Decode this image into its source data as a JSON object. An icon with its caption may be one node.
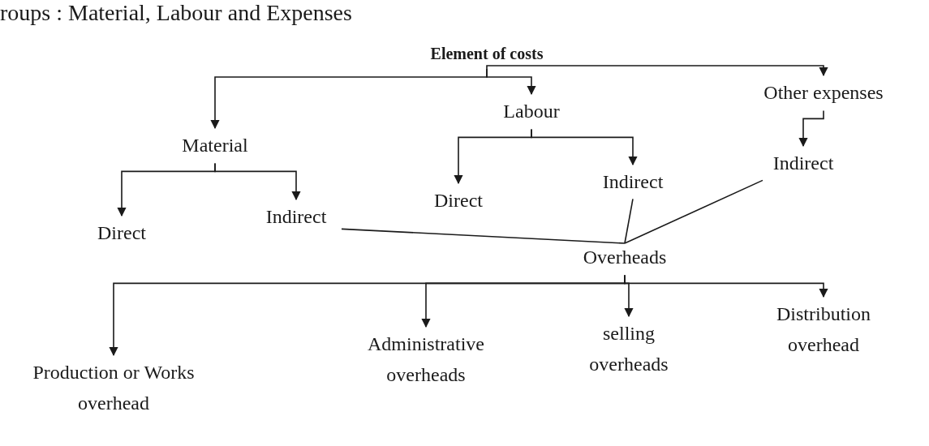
{
  "diagram": {
    "nodes": [
      {
        "text": [
          "Element of costs"
        ]
      },
      {
        "text": [
          "Material"
        ]
      },
      {
        "text": [
          "Labour"
        ]
      },
      {
        "text": [
          "Other expenses"
        ]
      },
      {
        "text": [
          "Direct"
        ]
      },
      {
        "text": [
          "Indirect"
        ]
      },
      {
        "text": [
          "Direct"
        ]
      },
      {
        "text": [
          "Indirect"
        ]
      },
      {
        "text": [
          "Indirect"
        ]
      },
      {
        "text": [
          "Overheads"
        ]
      },
      {
        "text": [
          "Production or Works overhead"
        ]
      },
      {
        "text": [
          "Administrative overheads"
        ]
      },
      {
        "text": [
          "selling overheads"
        ]
      },
      {
        "text": [
          "Distribution overhead"
        ]
      }
    ],
    "edges": [
      {
        "from": 0,
        "to": 1,
        "arrow": "to"
      },
      {
        "from": 0,
        "to": 2,
        "arrow": "to"
      },
      {
        "from": 0,
        "to": 3,
        "arrow": "to"
      },
      {
        "from": 1,
        "to": 4,
        "arrow": "to"
      },
      {
        "from": 1,
        "to": 5,
        "arrow": "to"
      },
      {
        "from": 2,
        "to": 6,
        "arrow": "to"
      },
      {
        "from": 2,
        "to": 7,
        "arrow": "to"
      },
      {
        "from": 3,
        "to": 8,
        "arrow": "to"
      },
      {
        "from": 5,
        "to": 9,
        "arrow": "none"
      },
      {
        "from": 7,
        "to": 9,
        "arrow": "none"
      },
      {
        "from": 8,
        "to": 9,
        "arrow": "none"
      },
      {
        "from": 9,
        "to": 10,
        "arrow": "to"
      },
      {
        "from": 9,
        "to": 11,
        "arrow": "to"
      },
      {
        "from": 9,
        "to": 12,
        "arrow": "to"
      },
      {
        "from": 9,
        "to": 13,
        "arrow": "to"
      }
    ],
    "labels": [
      "roups : Material, Labour and Expenses"
    ]
  }
}
